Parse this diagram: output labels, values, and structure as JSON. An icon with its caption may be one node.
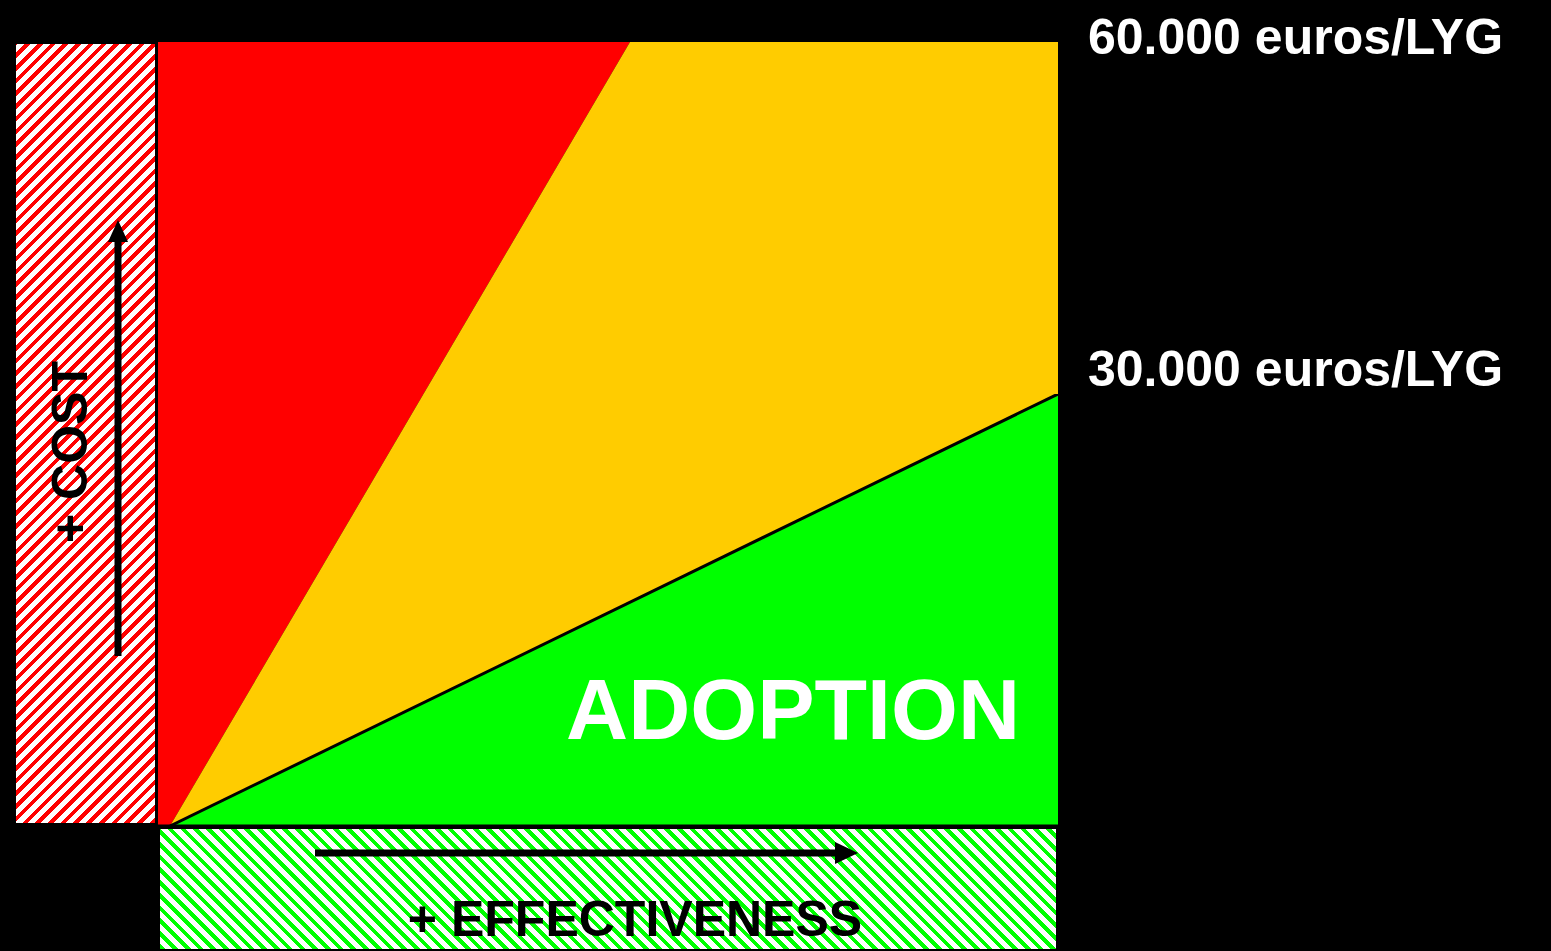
{
  "diagram": {
    "nodes": [
      {
        "text": [
          "+ COST"
        ]
      },
      {
        "text": [
          "+ EFFECTIVENESS"
        ]
      },
      {
        "text": [
          "ADOPTION"
        ]
      },
      {
        "text": [],
        "shape": "triangle"
      },
      {
        "text": [],
        "shape": "wedge"
      }
    ],
    "labels": [
      "60.000 euros/LYG",
      "30.000 euros/LYG"
    ]
  }
}
